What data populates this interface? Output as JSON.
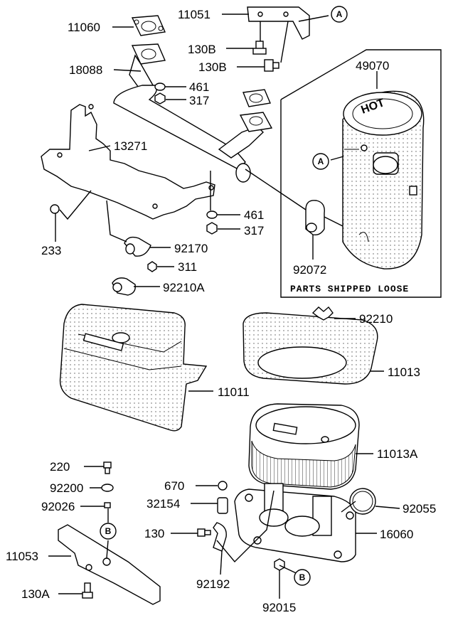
{
  "diagram": {
    "labels": {
      "p11060": "11060",
      "p11051": "11051",
      "p130B_1": "130B",
      "p130B_2": "130B",
      "p18088": "18088",
      "p461_1": "461",
      "p317_1": "317",
      "p49070": "49070",
      "p13271": "13271",
      "p461_2": "461",
      "p317_2": "317",
      "p233": "233",
      "p92170": "92170",
      "p311": "311",
      "p92072": "92072",
      "p92210A": "92210A",
      "p92210": "92210",
      "p11013": "11013",
      "p11011": "11011",
      "p11013A": "11013A",
      "p220": "220",
      "p670": "670",
      "p92200": "92200",
      "p32154": "32154",
      "p92055": "92055",
      "p92026": "92026",
      "p130": "130",
      "p16060": "16060",
      "p11053": "11053",
      "p92192": "92192",
      "p130A": "130A",
      "p92015": "92015"
    },
    "callouts": {
      "a_top": "A",
      "a_box": "A",
      "b_left": "B",
      "b_bottom": "B"
    },
    "loose_note": "PARTS SHIPPED LOOSE"
  }
}
